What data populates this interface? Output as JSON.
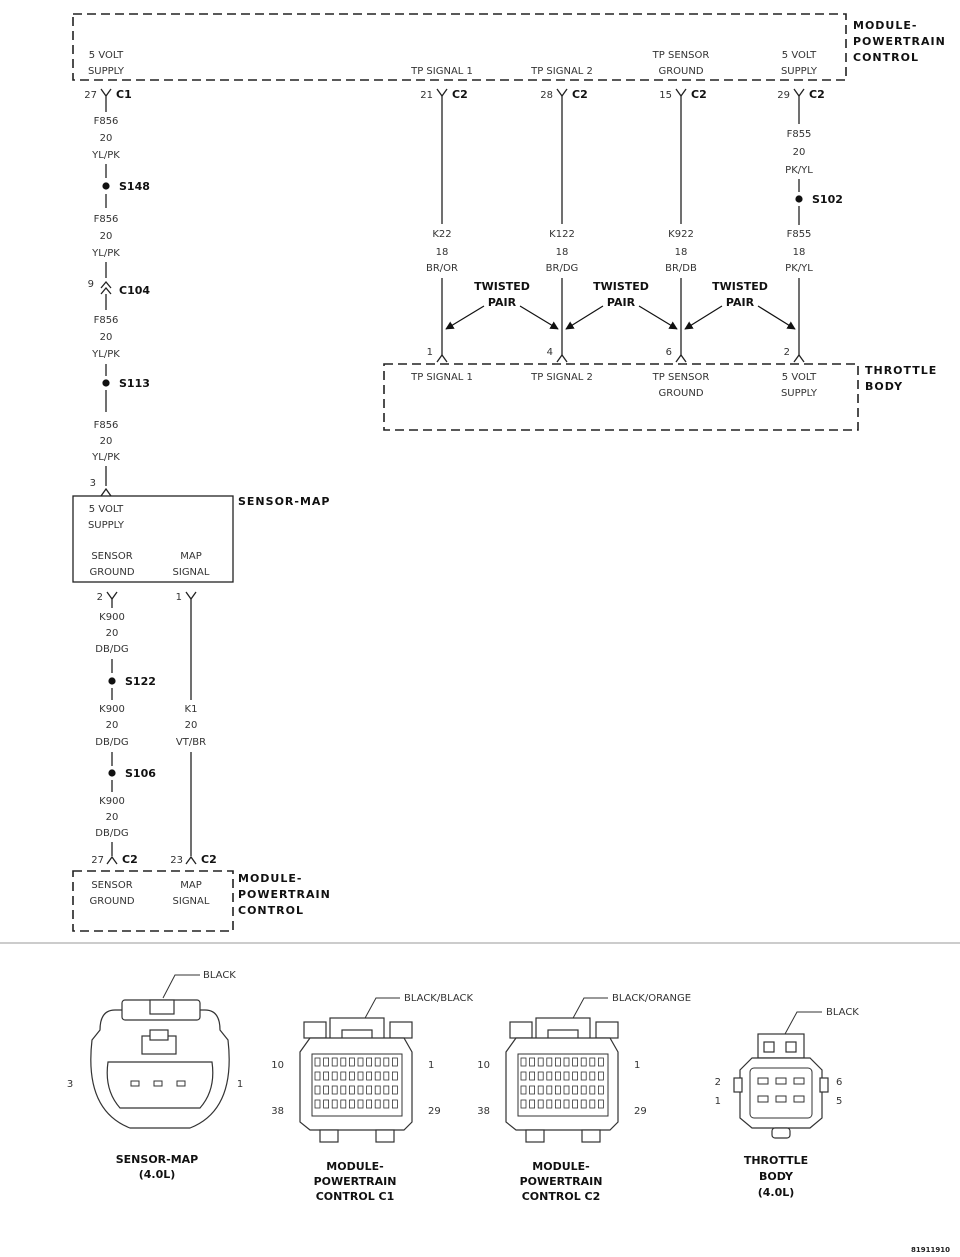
{
  "pcm_top": {
    "title": [
      "MODULE-",
      "POWERTRAIN",
      "CONTROL"
    ],
    "pins": [
      {
        "label": [
          "5 VOLT",
          "SUPPLY"
        ],
        "pin": "27",
        "conn": "C1"
      },
      {
        "label": [
          "TP SIGNAL 1"
        ],
        "pin": "21",
        "conn": "C2"
      },
      {
        "label": [
          "TP SIGNAL 2"
        ],
        "pin": "28",
        "conn": "C2"
      },
      {
        "label": [
          "TP SENSOR",
          "GROUND"
        ],
        "pin": "15",
        "conn": "C2"
      },
      {
        "label": [
          "5 VOLT",
          "SUPPLY"
        ],
        "pin": "29",
        "conn": "C2"
      }
    ]
  },
  "left_circuit": {
    "seg1": [
      "F856",
      "20",
      "YL/PK"
    ],
    "splice1": "S148",
    "seg2": [
      "F856",
      "20",
      "YL/PK"
    ],
    "inline_pin": "9",
    "inline_conn": "C104",
    "seg3": [
      "F856",
      "20",
      "YL/PK"
    ],
    "splice2": "S113",
    "seg4": [
      "F856",
      "20",
      "YL/PK"
    ],
    "map_pin": "3"
  },
  "right_supply": {
    "seg1": [
      "F855",
      "20",
      "PK/YL"
    ],
    "splice": "S102",
    "seg2": [
      "F855",
      "18",
      "PK/YL"
    ]
  },
  "tp_wires": [
    [
      "K22",
      "18",
      "BR/OR"
    ],
    [
      "K122",
      "18",
      "BR/DG"
    ],
    [
      "K922",
      "18",
      "BR/DB"
    ]
  ],
  "twisted_pair": [
    "TWISTED",
    "PAIR"
  ],
  "throttle_body": {
    "title": [
      "THROTTLE",
      "BODY"
    ],
    "pins": [
      {
        "pin": "1",
        "label": [
          "TP SIGNAL 1"
        ]
      },
      {
        "pin": "4",
        "label": [
          "TP SIGNAL 2"
        ]
      },
      {
        "pin": "6",
        "label": [
          "TP SENSOR",
          "GROUND"
        ]
      },
      {
        "pin": "2",
        "label": [
          "5 VOLT",
          "SUPPLY"
        ]
      }
    ]
  },
  "sensor_map": {
    "title": "SENSOR-MAP",
    "supply": [
      "5 VOLT",
      "SUPPLY"
    ],
    "ground": [
      "SENSOR",
      "GROUND"
    ],
    "signal": [
      "MAP",
      "SIGNAL"
    ],
    "ground_pin": "2",
    "signal_pin": "1"
  },
  "ground_circuit": {
    "seg1": [
      "K900",
      "20",
      "DB/DG"
    ],
    "splice1": "S122",
    "seg2": [
      "K900",
      "20",
      "DB/DG"
    ],
    "splice2": "S106",
    "seg3": [
      "K900",
      "20",
      "DB/DG"
    ],
    "pcm_pin": "27",
    "pcm_conn": "C2"
  },
  "signal_circuit": {
    "seg": [
      "K1",
      "20",
      "VT/BR"
    ],
    "pcm_pin": "23",
    "pcm_conn": "C2"
  },
  "pcm_bottom": {
    "title": [
      "MODULE-",
      "POWERTRAIN",
      "CONTROL"
    ],
    "ground": [
      "SENSOR",
      "GROUND"
    ],
    "signal": [
      "MAP",
      "SIGNAL"
    ]
  },
  "connector_views": [
    {
      "color": "BLACK",
      "pins": [
        "3",
        "1"
      ],
      "caption": [
        "SENSOR-MAP",
        "(4.0L)"
      ]
    },
    {
      "color": "BLACK/BLACK",
      "pins": [
        "10",
        "1",
        "38",
        "29"
      ],
      "caption": [
        "MODULE-",
        "POWERTRAIN",
        "CONTROL C1"
      ]
    },
    {
      "color": "BLACK/ORANGE",
      "pins": [
        "10",
        "1",
        "38",
        "29"
      ],
      "caption": [
        "MODULE-",
        "POWERTRAIN",
        "CONTROL C2"
      ]
    },
    {
      "color": "BLACK",
      "pins": [
        "2",
        "1",
        "6",
        "5"
      ],
      "caption": [
        "THROTTLE",
        "BODY",
        "(4.0L)"
      ]
    }
  ],
  "figure_id": "81911910"
}
